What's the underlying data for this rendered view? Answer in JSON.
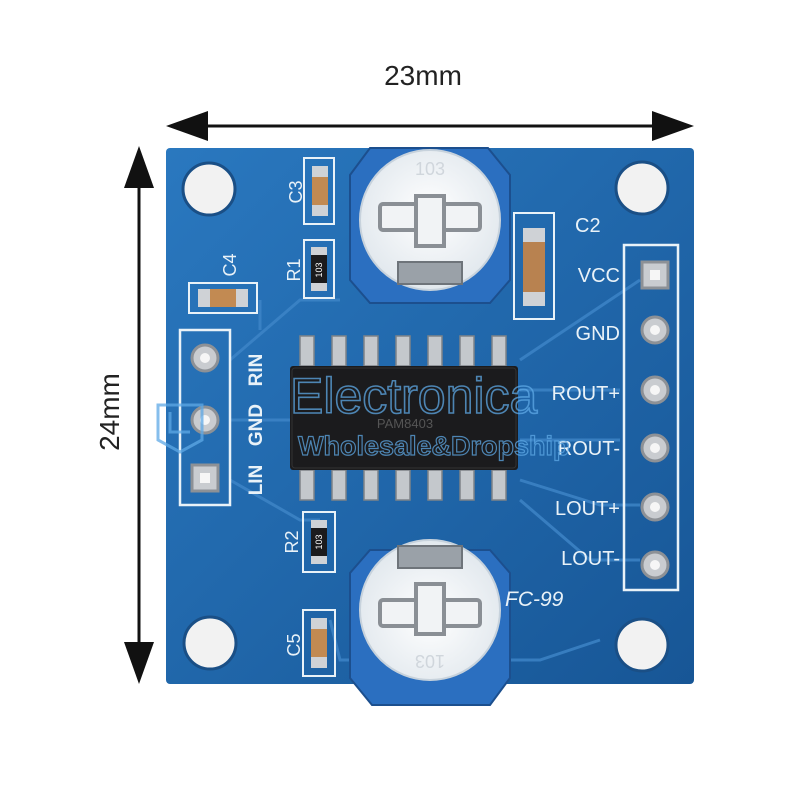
{
  "dimensions": {
    "width_label": "23mm",
    "height_label": "24mm"
  },
  "board": {
    "name_label": "FC-99",
    "caps": [
      "C3",
      "C4",
      "C2",
      "C5"
    ],
    "resistors": [
      "R1",
      "R2"
    ],
    "resistor_codes": [
      "103",
      "103"
    ],
    "trim_pot_code": "103",
    "input_labels": [
      "RIN",
      "GND",
      "LIN"
    ],
    "output_labels": [
      "VCC",
      "GND",
      "ROUT+",
      "ROUT-",
      "LOUT+",
      "LOUT-"
    ],
    "chip_marking": "PAM8403"
  },
  "watermark": {
    "title": "Electronica",
    "subtitle": "Wholesale&Dropship"
  },
  "colors": {
    "pcb": "#1e63a8",
    "pcb_dark": "#164f8a",
    "silk": "#e9f2f8",
    "pad": "#b8bcc0",
    "chip": "#1b1b1d"
  }
}
